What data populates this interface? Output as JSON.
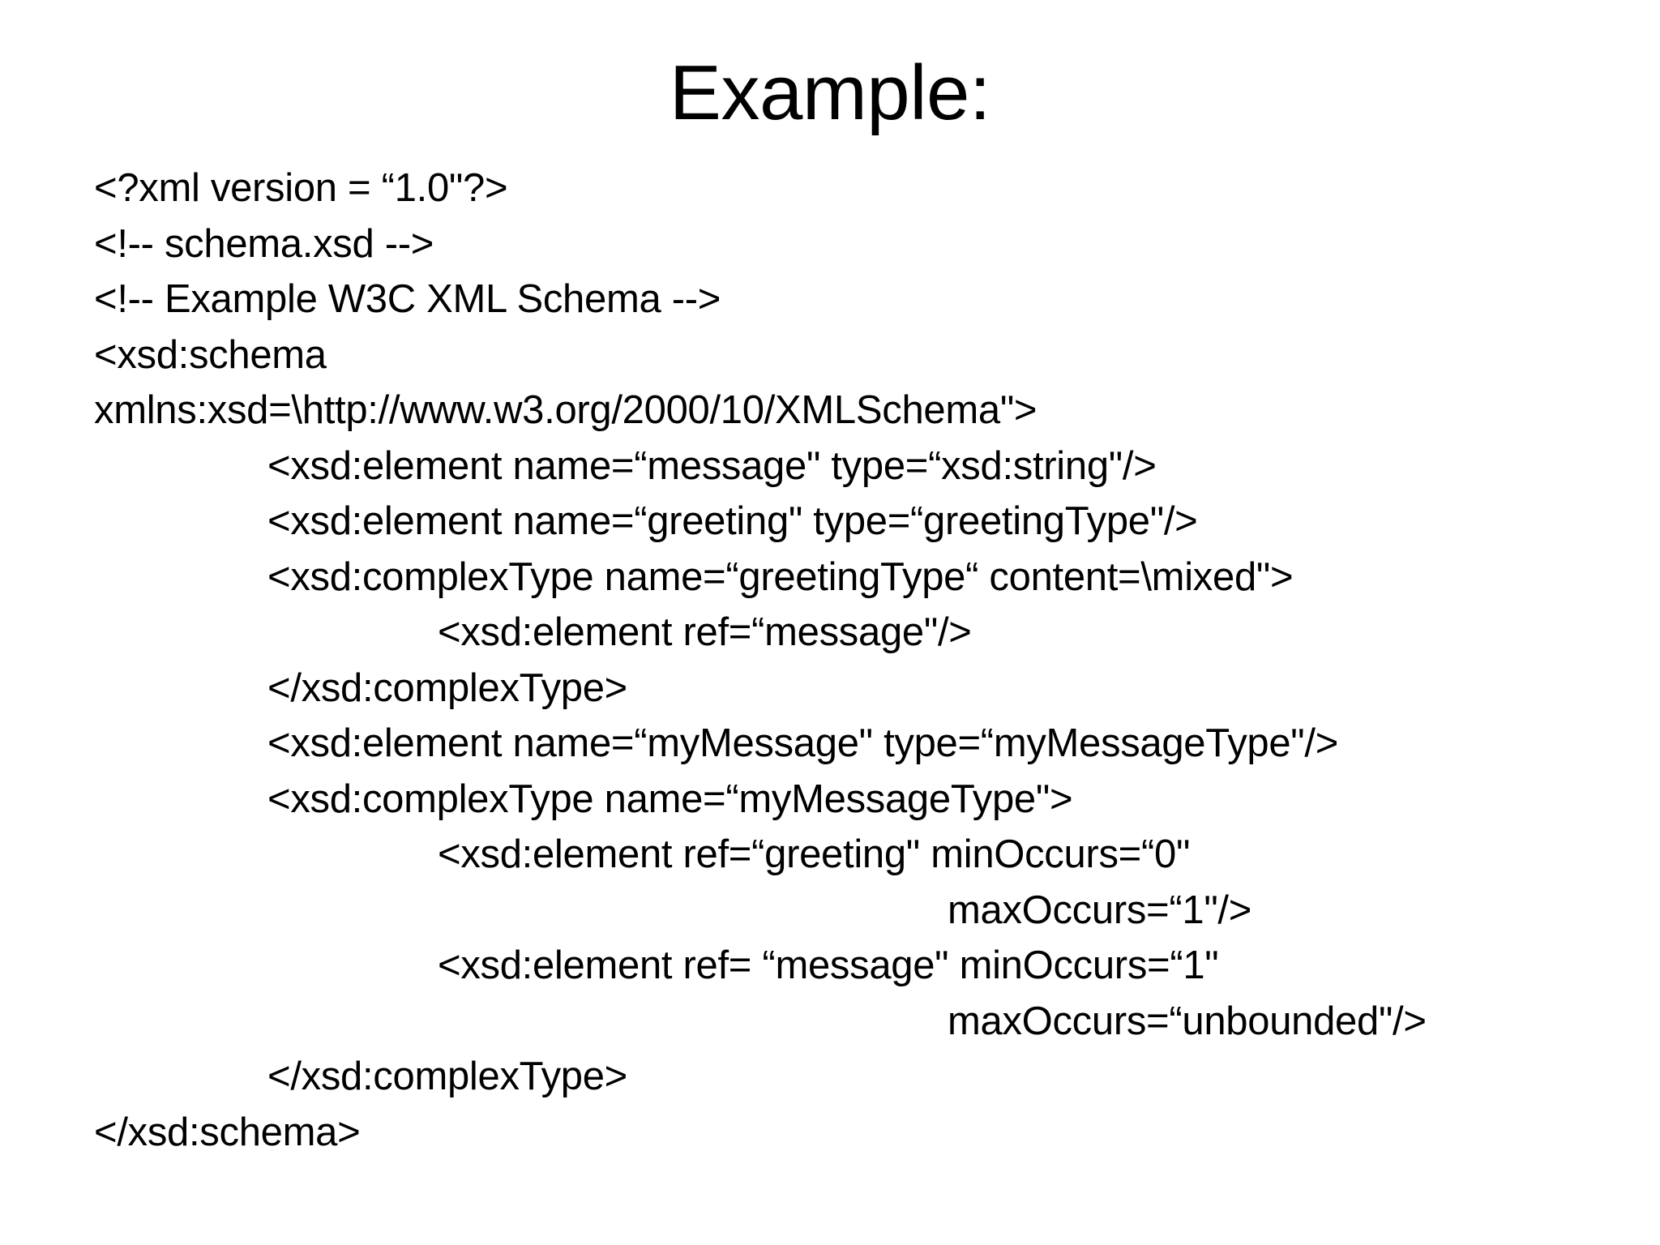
{
  "slide": {
    "title": "Example:",
    "background_color": "#FFFFFF",
    "text_color": "#000000"
  },
  "code": {
    "language": "xml",
    "lines": [
      {
        "indent": 0,
        "text": "<?xml version = “1.0\"?>"
      },
      {
        "indent": 0,
        "text": "<!-- schema.xsd -->"
      },
      {
        "indent": 0,
        "text": "<!-- Example W3C XML Schema -->"
      },
      {
        "indent": 0,
        "text": "<xsd:schema"
      },
      {
        "indent": 0,
        "text": "xmlns:xsd=\\http://www.w3.org/2000/10/XMLSchema\">"
      },
      {
        "indent": 1,
        "text": "<xsd:element name=“message\" type=“xsd:string\"/>"
      },
      {
        "indent": 1,
        "text": "<xsd:element name=“greeting\" type=“greetingType\"/>"
      },
      {
        "indent": 1,
        "text": "<xsd:complexType name=“greetingType“ content=\\mixed\">"
      },
      {
        "indent": 2,
        "text": "<xsd:element ref=“message\"/>"
      },
      {
        "indent": 1,
        "text": "</xsd:complexType>"
      },
      {
        "indent": 1,
        "text": "<xsd:element name=“myMessage\" type=“myMessageType\"/>"
      },
      {
        "indent": 1,
        "text": "<xsd:complexType name=“myMessageType\">"
      },
      {
        "indent": 2,
        "text": "<xsd:element ref=“greeting\" minOccurs=“0\""
      },
      {
        "indent": "cont",
        "text": "maxOccurs=“1\"/>"
      },
      {
        "indent": 2,
        "text": "<xsd:element ref= “message\" minOccurs=“1\""
      },
      {
        "indent": "cont",
        "text": "maxOccurs=“unbounded\"/>"
      },
      {
        "indent": 1,
        "text": "</xsd:complexType>"
      },
      {
        "indent": 0,
        "text": "</xsd:schema>"
      }
    ]
  }
}
